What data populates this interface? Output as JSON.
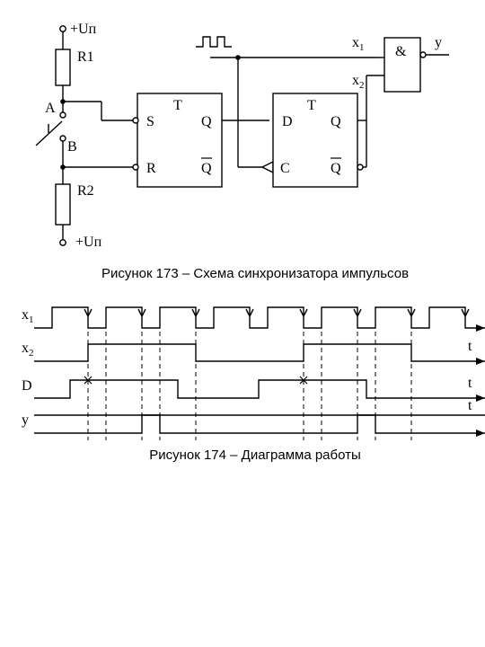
{
  "schematic": {
    "supply_top": "+Uп",
    "supply_bottom": "+Uп",
    "r1": "R1",
    "r2": "R2",
    "node_a": "A",
    "node_b": "B",
    "rs_trigger": {
      "type": "T",
      "in_s": "S",
      "in_r": "R",
      "out_q": "Q",
      "out_qbar": "Q"
    },
    "d_trigger": {
      "type": "T",
      "in_d": "D",
      "in_c": "C",
      "out_q": "Q",
      "out_qbar": "Q"
    },
    "and_gate": {
      "symbol": "&",
      "in1": "x",
      "in1_sub": "1",
      "in2": "x",
      "in2_sub": "2",
      "out": "y"
    }
  },
  "captions": {
    "fig173": "Рисунок 173 – Схема синхронизатора импульсов",
    "fig174": "Рисунок 174 – Диаграмма работы"
  },
  "timing": {
    "signals": [
      {
        "name": "x",
        "sub": "1"
      },
      {
        "name": "x",
        "sub": "2"
      },
      {
        "name": "D",
        "sub": ""
      },
      {
        "name": "y",
        "sub": ""
      }
    ],
    "time_label": "t"
  }
}
